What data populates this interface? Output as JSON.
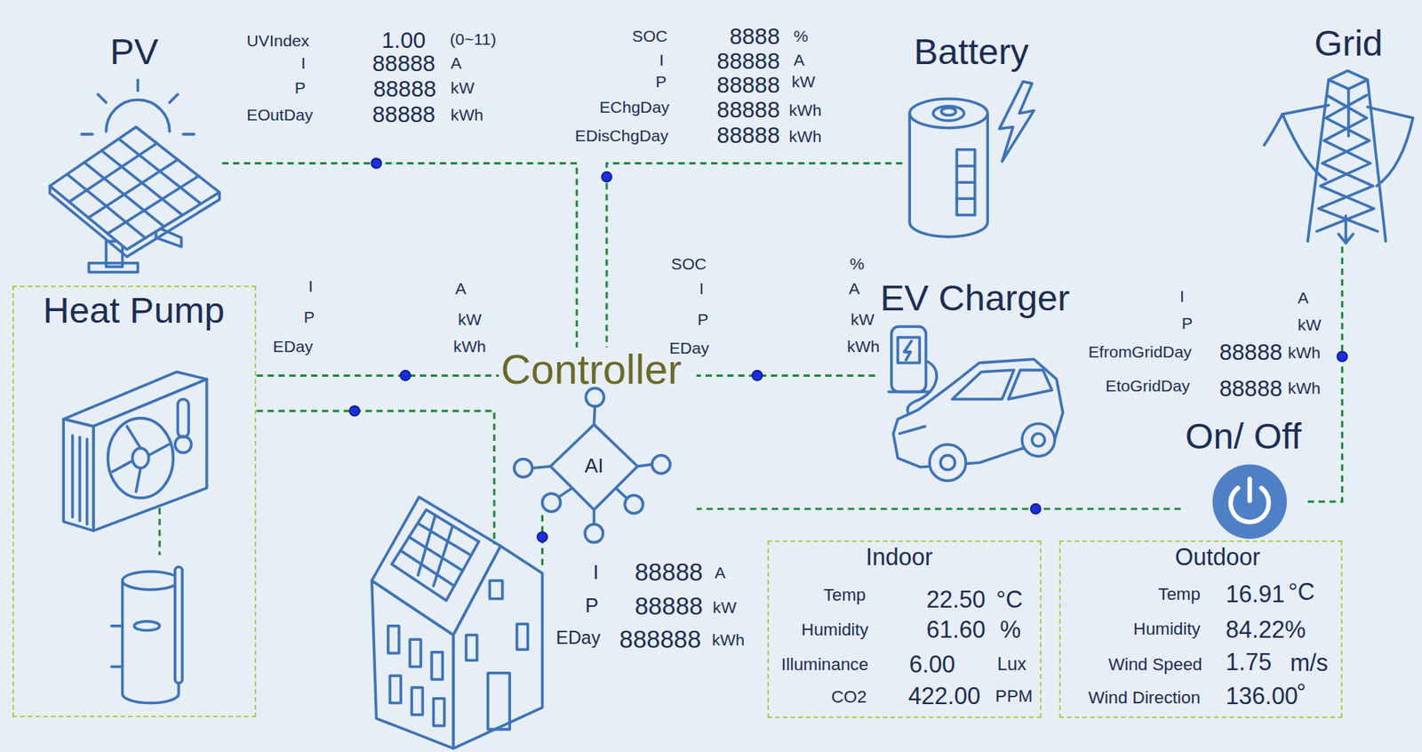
{
  "diagram": {
    "nodes": [
      {
        "text": [
          "PV"
        ]
      },
      {
        "text": [
          "Battery"
        ]
      },
      {
        "text": [
          "Grid"
        ]
      },
      {
        "text": [
          "Heat Pump"
        ]
      },
      {
        "text": [
          "EV Charger"
        ]
      },
      {
        "text": [
          "Controller",
          "AI"
        ]
      },
      {
        "text": [
          "On/ Off"
        ]
      },
      {
        "text": [
          "I",
          "88888",
          "A",
          "P",
          "88888",
          "kW",
          "EDay",
          "888888",
          "kWh"
        ]
      },
      {
        "text": [
          "Indoor",
          "Temp",
          "22.50",
          "°C",
          "Humidity",
          "61.60",
          "%",
          "Illuminance",
          "6.00",
          "Lux",
          "CO2",
          "422.00",
          "PPM"
        ]
      },
      {
        "text": [
          "Outdoor",
          "Temp",
          "16.91",
          "°C",
          "Humidity",
          "84.22%",
          "Wind Speed",
          "1.75",
          "m/s",
          "Wind Direction",
          "136.00",
          "°"
        ]
      }
    ],
    "edges": [
      {
        "from": 0,
        "to": 5,
        "arrow": "none"
      },
      {
        "from": 1,
        "to": 5,
        "arrow": "none"
      },
      {
        "from": 3,
        "to": 5,
        "arrow": "none"
      },
      {
        "from": 3,
        "to": 7,
        "arrow": "none"
      },
      {
        "from": 4,
        "to": 5,
        "arrow": "none"
      },
      {
        "from": 5,
        "to": 7,
        "arrow": "none"
      },
      {
        "from": 2,
        "to": 6,
        "arrow": "none"
      },
      {
        "from": 6,
        "to": 5,
        "arrow": "none"
      }
    ],
    "labels": [
      "UVIndex",
      "1.00",
      "(0~11)",
      "I",
      "88888",
      "A",
      "P",
      "88888",
      "kW",
      "EOutDay",
      "88888",
      "kWh",
      "SOC",
      "8888",
      "%",
      "I",
      "88888",
      "A",
      "P",
      "88888",
      "kW",
      "EChgDay",
      "88888",
      "kWh",
      "EDisChgDay",
      "88888",
      "kWh",
      "I",
      "A",
      "P",
      "kW",
      "EDay",
      "kWh",
      "SOC",
      "%",
      "I",
      "A",
      "P",
      "kW",
      "EDay",
      "kWh",
      "I",
      "A",
      "P",
      "kW",
      "EfromGridDay",
      "88888",
      "kWh",
      "EtoGridDay",
      "88888",
      "kWh"
    ]
  }
}
